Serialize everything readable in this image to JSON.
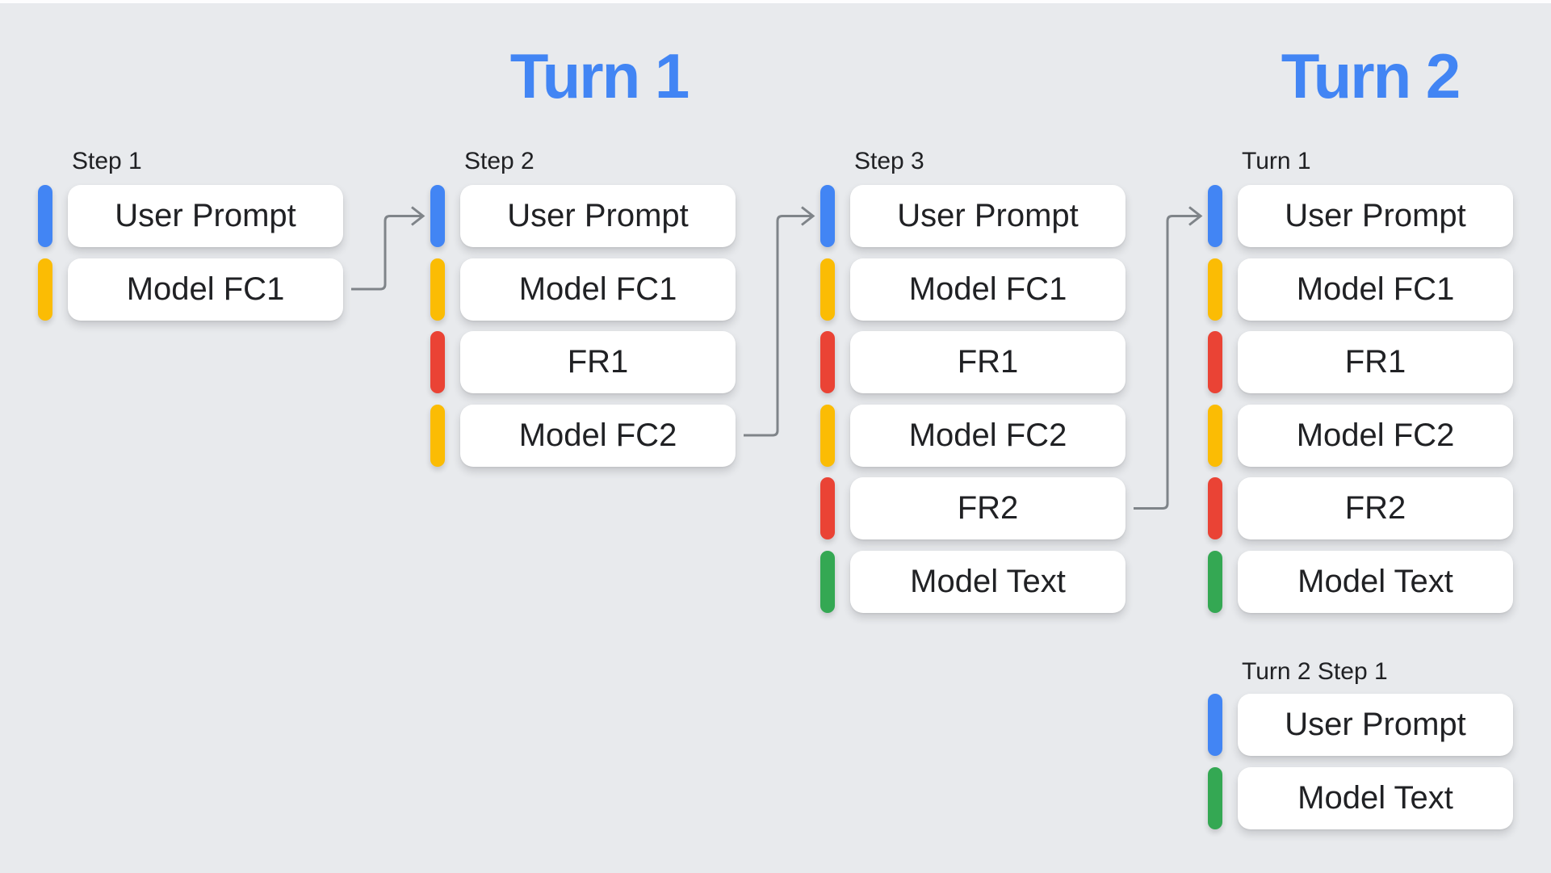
{
  "titles": [
    {
      "text": "Turn 1"
    },
    {
      "text": "Turn 2"
    }
  ],
  "colors": {
    "background": "#E8EAED",
    "title_blue": "#4285F4",
    "card": "#FFFFFF",
    "text": "#202124",
    "arrow": "#7F8489",
    "types": {
      "user_prompt": "#4285F4",
      "model_fc": "#FBBC04",
      "function_response": "#EA4335",
      "model_text": "#34A853"
    }
  },
  "columns": [
    {
      "label": "Step 1",
      "blocks": [
        {
          "type": "user_prompt",
          "label": "User Prompt"
        },
        {
          "type": "model_fc",
          "label": "Model FC1"
        }
      ]
    },
    {
      "label": "Step 2",
      "blocks": [
        {
          "type": "user_prompt",
          "label": "User Prompt"
        },
        {
          "type": "model_fc",
          "label": "Model FC1"
        },
        {
          "type": "function_response",
          "label": "FR1"
        },
        {
          "type": "model_fc",
          "label": "Model FC2"
        }
      ]
    },
    {
      "label": "Step 3",
      "blocks": [
        {
          "type": "user_prompt",
          "label": "User Prompt"
        },
        {
          "type": "model_fc",
          "label": "Model FC1"
        },
        {
          "type": "function_response",
          "label": "FR1"
        },
        {
          "type": "model_fc",
          "label": "Model FC2"
        },
        {
          "type": "function_response",
          "label": "FR2"
        },
        {
          "type": "model_text",
          "label": "Model Text"
        }
      ]
    },
    {
      "label": "Turn 1",
      "blocks": [
        {
          "type": "user_prompt",
          "label": "User Prompt"
        },
        {
          "type": "model_fc",
          "label": "Model FC1"
        },
        {
          "type": "function_response",
          "label": "FR1"
        },
        {
          "type": "model_fc",
          "label": "Model FC2"
        },
        {
          "type": "function_response",
          "label": "FR2"
        },
        {
          "type": "model_text",
          "label": "Model Text"
        }
      ]
    },
    {
      "label": "Turn 2 Step 1",
      "blocks": [
        {
          "type": "user_prompt",
          "label": "User Prompt"
        },
        {
          "type": "model_text",
          "label": "Model Text"
        }
      ]
    }
  ],
  "arrows": [
    {
      "name": "arrow-step1-to-step2",
      "from_col": 0,
      "from_row": 1,
      "to_col": 1,
      "to_row": 0
    },
    {
      "name": "arrow-step2-to-step3",
      "from_col": 1,
      "from_row": 3,
      "to_col": 2,
      "to_row": 0
    },
    {
      "name": "arrow-step3-to-turn1",
      "from_col": 2,
      "from_row": 4,
      "to_col": 3,
      "to_row": 0
    }
  ]
}
